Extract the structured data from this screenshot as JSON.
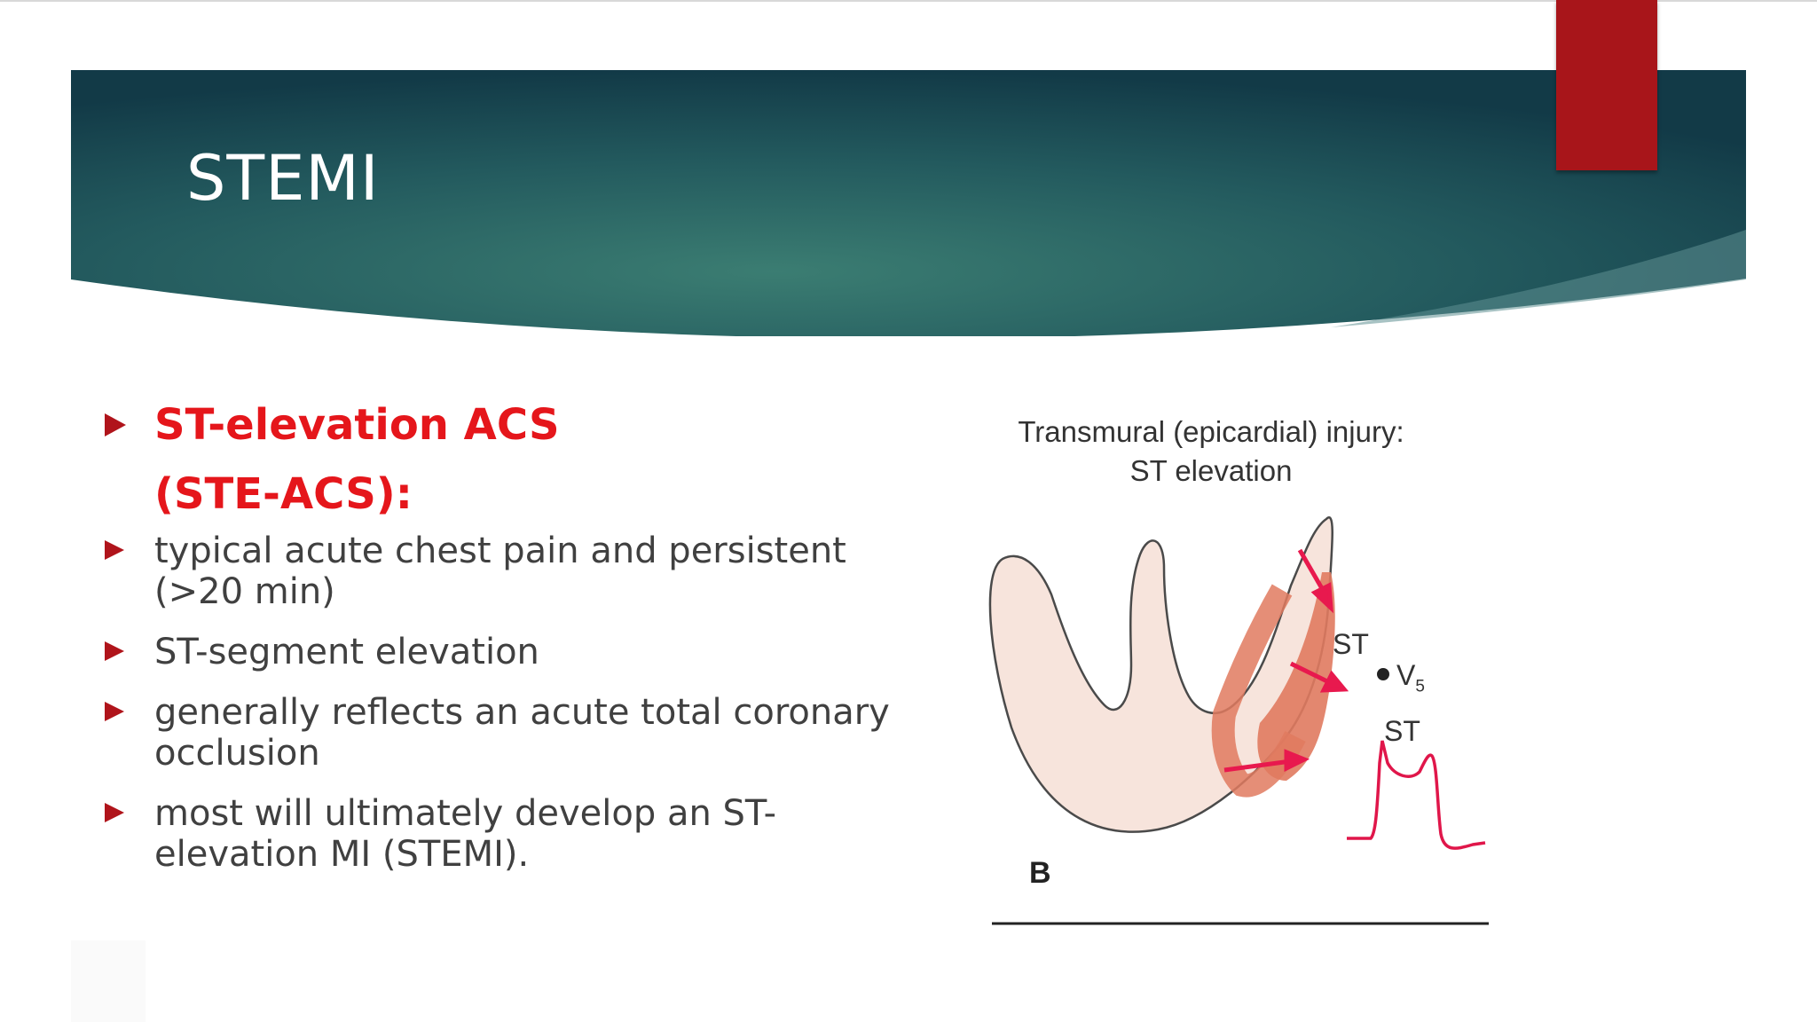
{
  "slide": {
    "title": "STEMI",
    "colors": {
      "banner_dark": "#123a47",
      "banner_mid": "#2f6e68",
      "accent_tab": "#a8151a",
      "heading_red": "#e5161b",
      "bullet_arrow": "#b0141b",
      "body_text": "#404040"
    }
  },
  "bullets": {
    "heading_line1": "ST-elevation ACS",
    "heading_line2": "(STE-ACS):",
    "items": [
      "typical acute chest pain and persistent (>20 min)",
      "ST-segment elevation",
      "generally reflects an acute total coronary occlusion",
      "most will ultimately develop an ST-elevation MI (STEMI)."
    ]
  },
  "figure": {
    "caption_line1": "Transmural (epicardial) injury:",
    "caption_line2": "ST elevation",
    "label_st_top": "ST",
    "label_lead": "V",
    "label_lead_sub": "5",
    "label_st_wave": "ST",
    "panel_letter": "B",
    "colors": {
      "myocardium": "#f7e4dc",
      "injury": "#e07a5f",
      "arrows": "#e8194e",
      "ecg": "#e0164a"
    }
  }
}
